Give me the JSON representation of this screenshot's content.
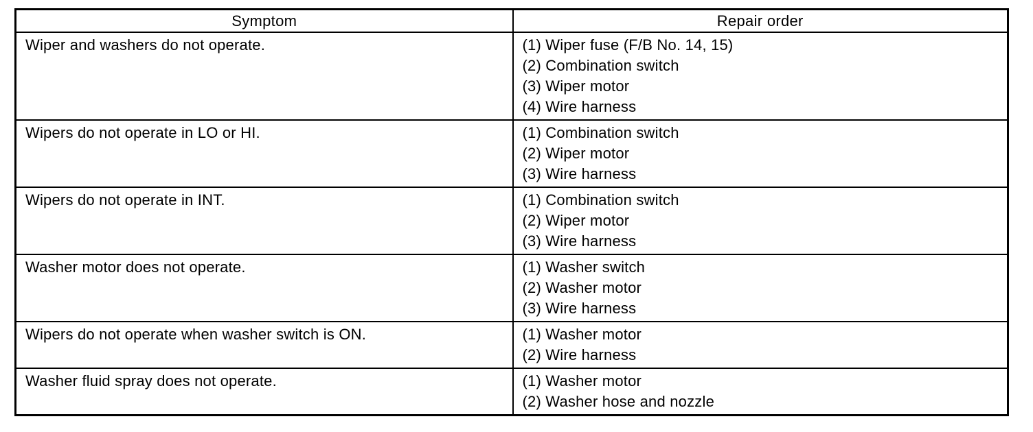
{
  "table": {
    "headers": {
      "symptom": "Symptom",
      "repair_order": "Repair order"
    },
    "rows": [
      {
        "symptom": "Wiper and washers do not operate.",
        "repairs": [
          "(1) Wiper fuse (F/B No. 14, 15)",
          "(2) Combination switch",
          "(3) Wiper motor",
          "(4) Wire harness"
        ]
      },
      {
        "symptom": "Wipers do not operate in LO or HI.",
        "repairs": [
          "(1) Combination switch",
          "(2) Wiper motor",
          "(3) Wire harness"
        ]
      },
      {
        "symptom": "Wipers do not operate in INT.",
        "repairs": [
          "(1) Combination switch",
          "(2) Wiper motor",
          "(3) Wire harness"
        ]
      },
      {
        "symptom": "Washer motor does not operate.",
        "repairs": [
          "(1) Washer switch",
          "(2) Washer motor",
          "(3) Wire harness"
        ]
      },
      {
        "symptom": "Wipers do not operate when washer switch is ON.",
        "repairs": [
          "(1) Washer motor",
          "(2) Wire harness"
        ]
      },
      {
        "symptom": "Washer fluid spray does not operate.",
        "repairs": [
          "(1) Washer motor",
          "(2) Washer hose and nozzle"
        ]
      }
    ]
  },
  "colors": {
    "border": "#000000",
    "background": "#ffffff",
    "text": "#000000"
  }
}
